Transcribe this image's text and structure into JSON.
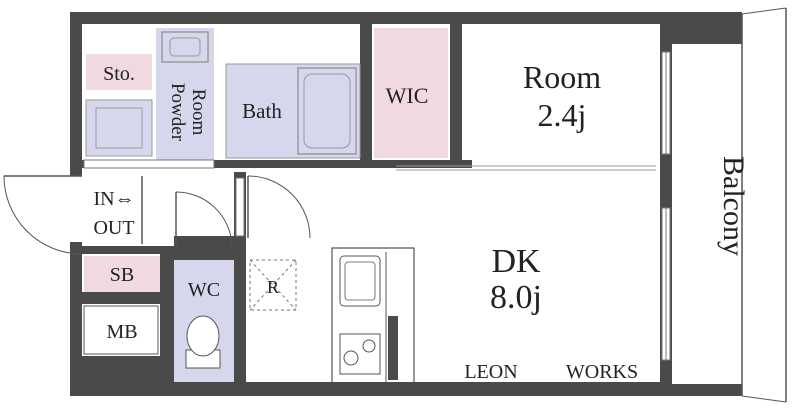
{
  "colors": {
    "wall": "#4a4a4a",
    "floor": "#ffffff",
    "bath_blue": "#d6d6ec",
    "pink": "#f1d9e1",
    "line": "#555555",
    "thin": "#9a9a9a"
  },
  "rooms": {
    "storage": "Sto.",
    "powder_room_line1": "Powder",
    "powder_room_line2": "Room",
    "bath": "Bath",
    "wic": "WIC",
    "room_name": "Room",
    "room_size": "2.4j",
    "balcony": "Balcony",
    "entrance_line1": "IN⇔",
    "entrance_line2": "OUT",
    "shoe_box": "SB",
    "meter_box": "MB",
    "toilet": "WC",
    "refrigerator": "R",
    "dk_name": "DK",
    "dk_size": "8.0j"
  },
  "watermark": {
    "left": "LEON",
    "right": "WORKS"
  },
  "icons": [
    "door-swing-icon",
    "washbasin-icon",
    "bathtub-icon",
    "toilet-icon",
    "stove-icon",
    "sink-icon",
    "washing-machine-icon"
  ]
}
